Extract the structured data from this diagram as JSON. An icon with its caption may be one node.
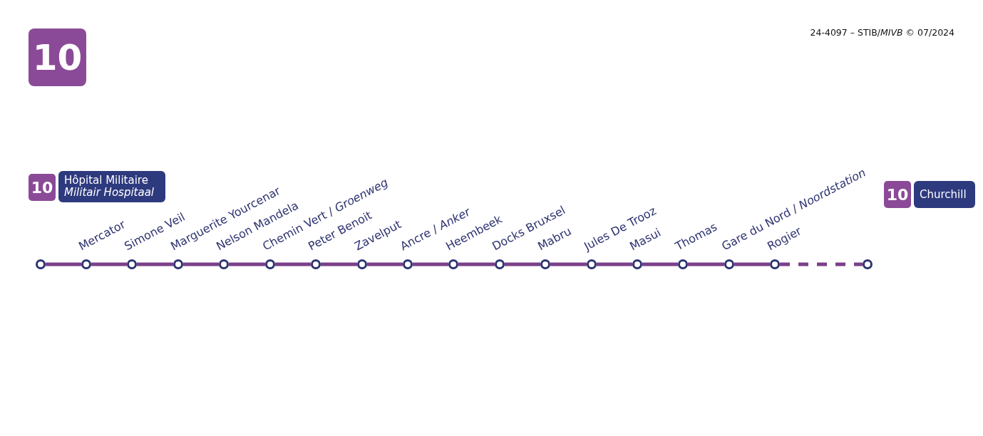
{
  "diagram": {
    "nodes": [
      {
        "text": [
          "10"
        ]
      },
      {
        "text": [
          "10"
        ]
      },
      {
        "text": [
          "Hôpital Militaire",
          "Militair Hospitaal"
        ]
      },
      {
        "text": [],
        "shape": "circle"
      },
      {
        "text": [],
        "shape": "circle",
        "beside": [
          "Mercator"
        ]
      },
      {
        "text": [],
        "shape": "circle",
        "beside": [
          "Simone Veil"
        ]
      },
      {
        "text": [],
        "shape": "circle",
        "beside": [
          "Marguerite Yourcenar"
        ]
      },
      {
        "text": [],
        "shape": "circle",
        "beside": [
          "Nelson Mandela"
        ]
      },
      {
        "text": [],
        "shape": "circle",
        "beside": [
          "Chemin Vert / *Groenweg*"
        ]
      },
      {
        "text": [],
        "shape": "circle",
        "beside": [
          "Peter Benoit"
        ]
      },
      {
        "text": [],
        "shape": "circle",
        "beside": [
          "Zavelput"
        ]
      },
      {
        "text": [],
        "shape": "circle",
        "beside": [
          "Ancre / *Anker*"
        ]
      },
      {
        "text": [],
        "shape": "circle",
        "beside": [
          "Heembeek"
        ]
      },
      {
        "text": [],
        "shape": "circle",
        "beside": [
          "Docks Bruxsel"
        ]
      },
      {
        "text": [],
        "shape": "circle",
        "beside": [
          "Mabru"
        ]
      },
      {
        "text": [],
        "shape": "circle",
        "beside": [
          "Jules De Trooz"
        ]
      },
      {
        "text": [],
        "shape": "circle",
        "beside": [
          "Masui"
        ]
      },
      {
        "text": [],
        "shape": "circle",
        "beside": [
          "Thomas"
        ]
      },
      {
        "text": [],
        "shape": "circle",
        "beside": [
          "Gare du Nord / *Noordstation*"
        ]
      },
      {
        "text": [],
        "shape": "circle",
        "beside": [
          "Rogier"
        ]
      },
      {
        "text": [],
        "shape": "circle"
      },
      {
        "text": [
          "10"
        ]
      },
      {
        "text": [
          "Churchill"
        ]
      }
    ],
    "edges": [
      {
        "from": 3,
        "to": 4,
        "arrow": "none"
      },
      {
        "from": 4,
        "to": 5,
        "arrow": "none"
      },
      {
        "from": 5,
        "to": 6,
        "arrow": "none"
      },
      {
        "from": 6,
        "to": 7,
        "arrow": "none"
      },
      {
        "from": 7,
        "to": 8,
        "arrow": "none"
      },
      {
        "from": 8,
        "to": 9,
        "arrow": "none"
      },
      {
        "from": 9,
        "to": 10,
        "arrow": "none"
      },
      {
        "from": 10,
        "to": 11,
        "arrow": "none"
      },
      {
        "from": 11,
        "to": 12,
        "arrow": "none"
      },
      {
        "from": 12,
        "to": 13,
        "arrow": "none"
      },
      {
        "from": 13,
        "to": 14,
        "arrow": "none"
      },
      {
        "from": 14,
        "to": 15,
        "arrow": "none"
      },
      {
        "from": 15,
        "to": 16,
        "arrow": "none"
      },
      {
        "from": 16,
        "to": 17,
        "arrow": "none"
      },
      {
        "from": 17,
        "to": 18,
        "arrow": "none"
      },
      {
        "from": 18,
        "to": 19,
        "arrow": "none"
      },
      {
        "from": 19,
        "to": 20,
        "arrow": "none",
        "style": "dashed"
      }
    ],
    "labels": [
      "24-4097 – STIB/*MIVB* © 07/2024"
    ]
  }
}
